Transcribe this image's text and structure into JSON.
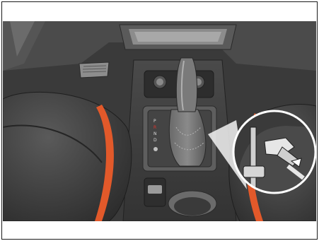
{
  "illustration": {
    "icon": "gear-shifter-interlock-release-diagram",
    "accent_color": "#e2592a",
    "indicator_color": "#e0342b",
    "gear_labels": [
      {
        "text": "P",
        "active": false
      },
      {
        "text": "R",
        "active": true
      },
      {
        "text": "N",
        "active": false
      },
      {
        "text": "D",
        "active": false
      }
    ]
  }
}
